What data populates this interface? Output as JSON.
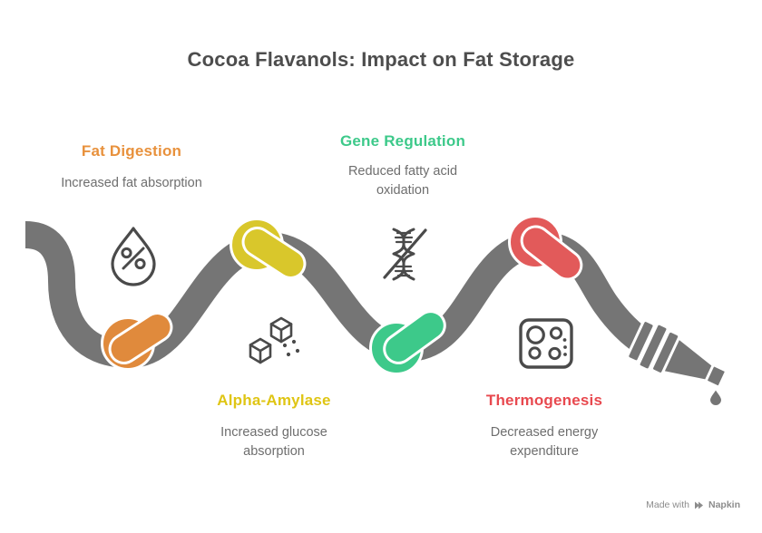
{
  "title": "Cocoa Flavanols: Impact on Fat Storage",
  "sections": [
    {
      "id": "fat-digestion",
      "label": "Fat Digestion",
      "description": "Increased fat absorption",
      "color": "#E8913C",
      "knot_color": "#E08A3C",
      "icon": "droplet-percent-icon"
    },
    {
      "id": "alpha-amylase",
      "label": "Alpha-Amylase",
      "description": "Increased glucose absorption",
      "color": "#DFC514",
      "knot_color": "#D9C72B",
      "icon": "sugar-cubes-icon"
    },
    {
      "id": "gene-regulation",
      "label": "Gene Regulation",
      "description": "Reduced fatty acid oxidation",
      "color": "#3DC98A",
      "knot_color": "#3DC98A",
      "icon": "dna-crossed-icon"
    },
    {
      "id": "thermogenesis",
      "label": "Thermogenesis",
      "description": "Decreased energy expenditure",
      "color": "#E8494F",
      "knot_color": "#E25A5A",
      "icon": "stove-burners-icon"
    }
  ],
  "watermark": {
    "prefix": "Made with",
    "brand": "Napkin"
  },
  "colors": {
    "background": "#FFFFFF",
    "rope": "#757575",
    "rope_outline": "#FFFFFF",
    "icon_stroke": "#4A4A4A",
    "title_text": "#4D4D4D",
    "description_text": "#6E6E6E",
    "watermark_text": "#8C8C8C"
  }
}
